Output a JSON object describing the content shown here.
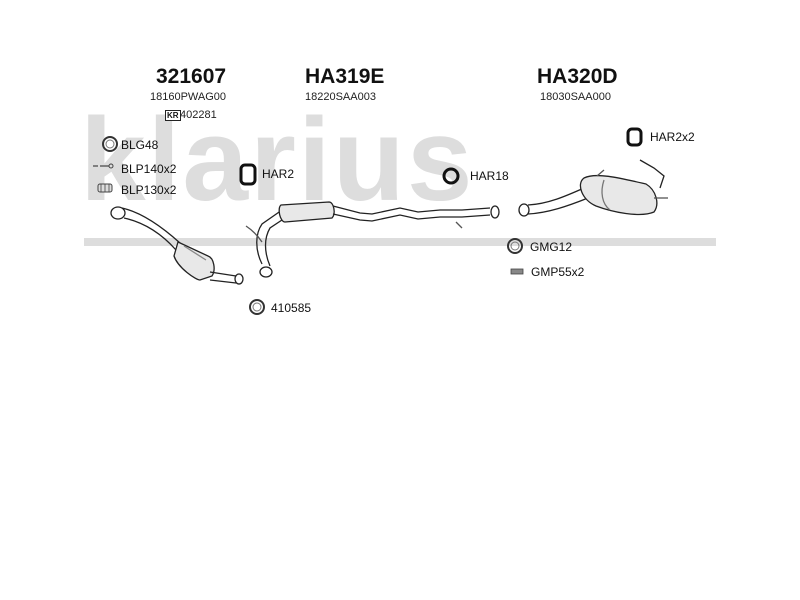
{
  "watermark": "klarius",
  "parts": {
    "front": {
      "number": "321607",
      "oem": "18160PWAG00",
      "ref_badge": "KR",
      "ref_number": "402281"
    },
    "middle": {
      "number": "HA319E",
      "oem": "18220SAA003"
    },
    "rear": {
      "number": "HA320D",
      "oem": "18030SAA000"
    }
  },
  "accessories": {
    "blg48": "BLG48",
    "blp140": "BLP140x2",
    "blp130": "BLP130x2",
    "har2": "HAR2",
    "har18": "HAR18",
    "har2x2": "HAR2x2",
    "gmg12": "GMG12",
    "gmp55": "GMP55x2",
    "p410585": "410585"
  },
  "icons": {
    "ring": "gasket-ring-icon",
    "hanger": "rubber-hanger-icon",
    "bolt": "bolt-icon",
    "spring": "spring-icon",
    "clamp": "clamp-icon"
  }
}
